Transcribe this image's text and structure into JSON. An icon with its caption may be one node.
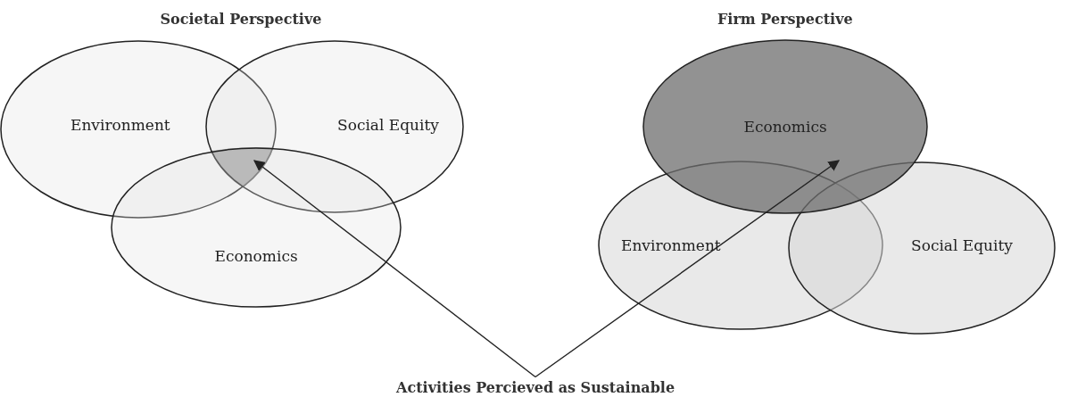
{
  "diagram": {
    "nodes": [
      {
        "text": [
          "Environment"
        ]
      },
      {
        "text": [
          "Social Equity"
        ]
      },
      {
        "text": [
          "Economics"
        ]
      },
      {
        "text": [
          "Economics"
        ]
      },
      {
        "text": [
          "Environment"
        ]
      },
      {
        "text": [
          "Social Equity"
        ]
      },
      {
        "text": [
          "Activities Percieved as Sustainable"
        ]
      },
      {
        "text": [],
        "shape": "region"
      }
    ],
    "edges": [
      {
        "from": 6,
        "to": 7,
        "arrow": "to"
      },
      {
        "from": 6,
        "to": 3,
        "arrow": "to"
      }
    ],
    "labels": [
      "Societal Perspective",
      "Firm Perspective"
    ]
  }
}
